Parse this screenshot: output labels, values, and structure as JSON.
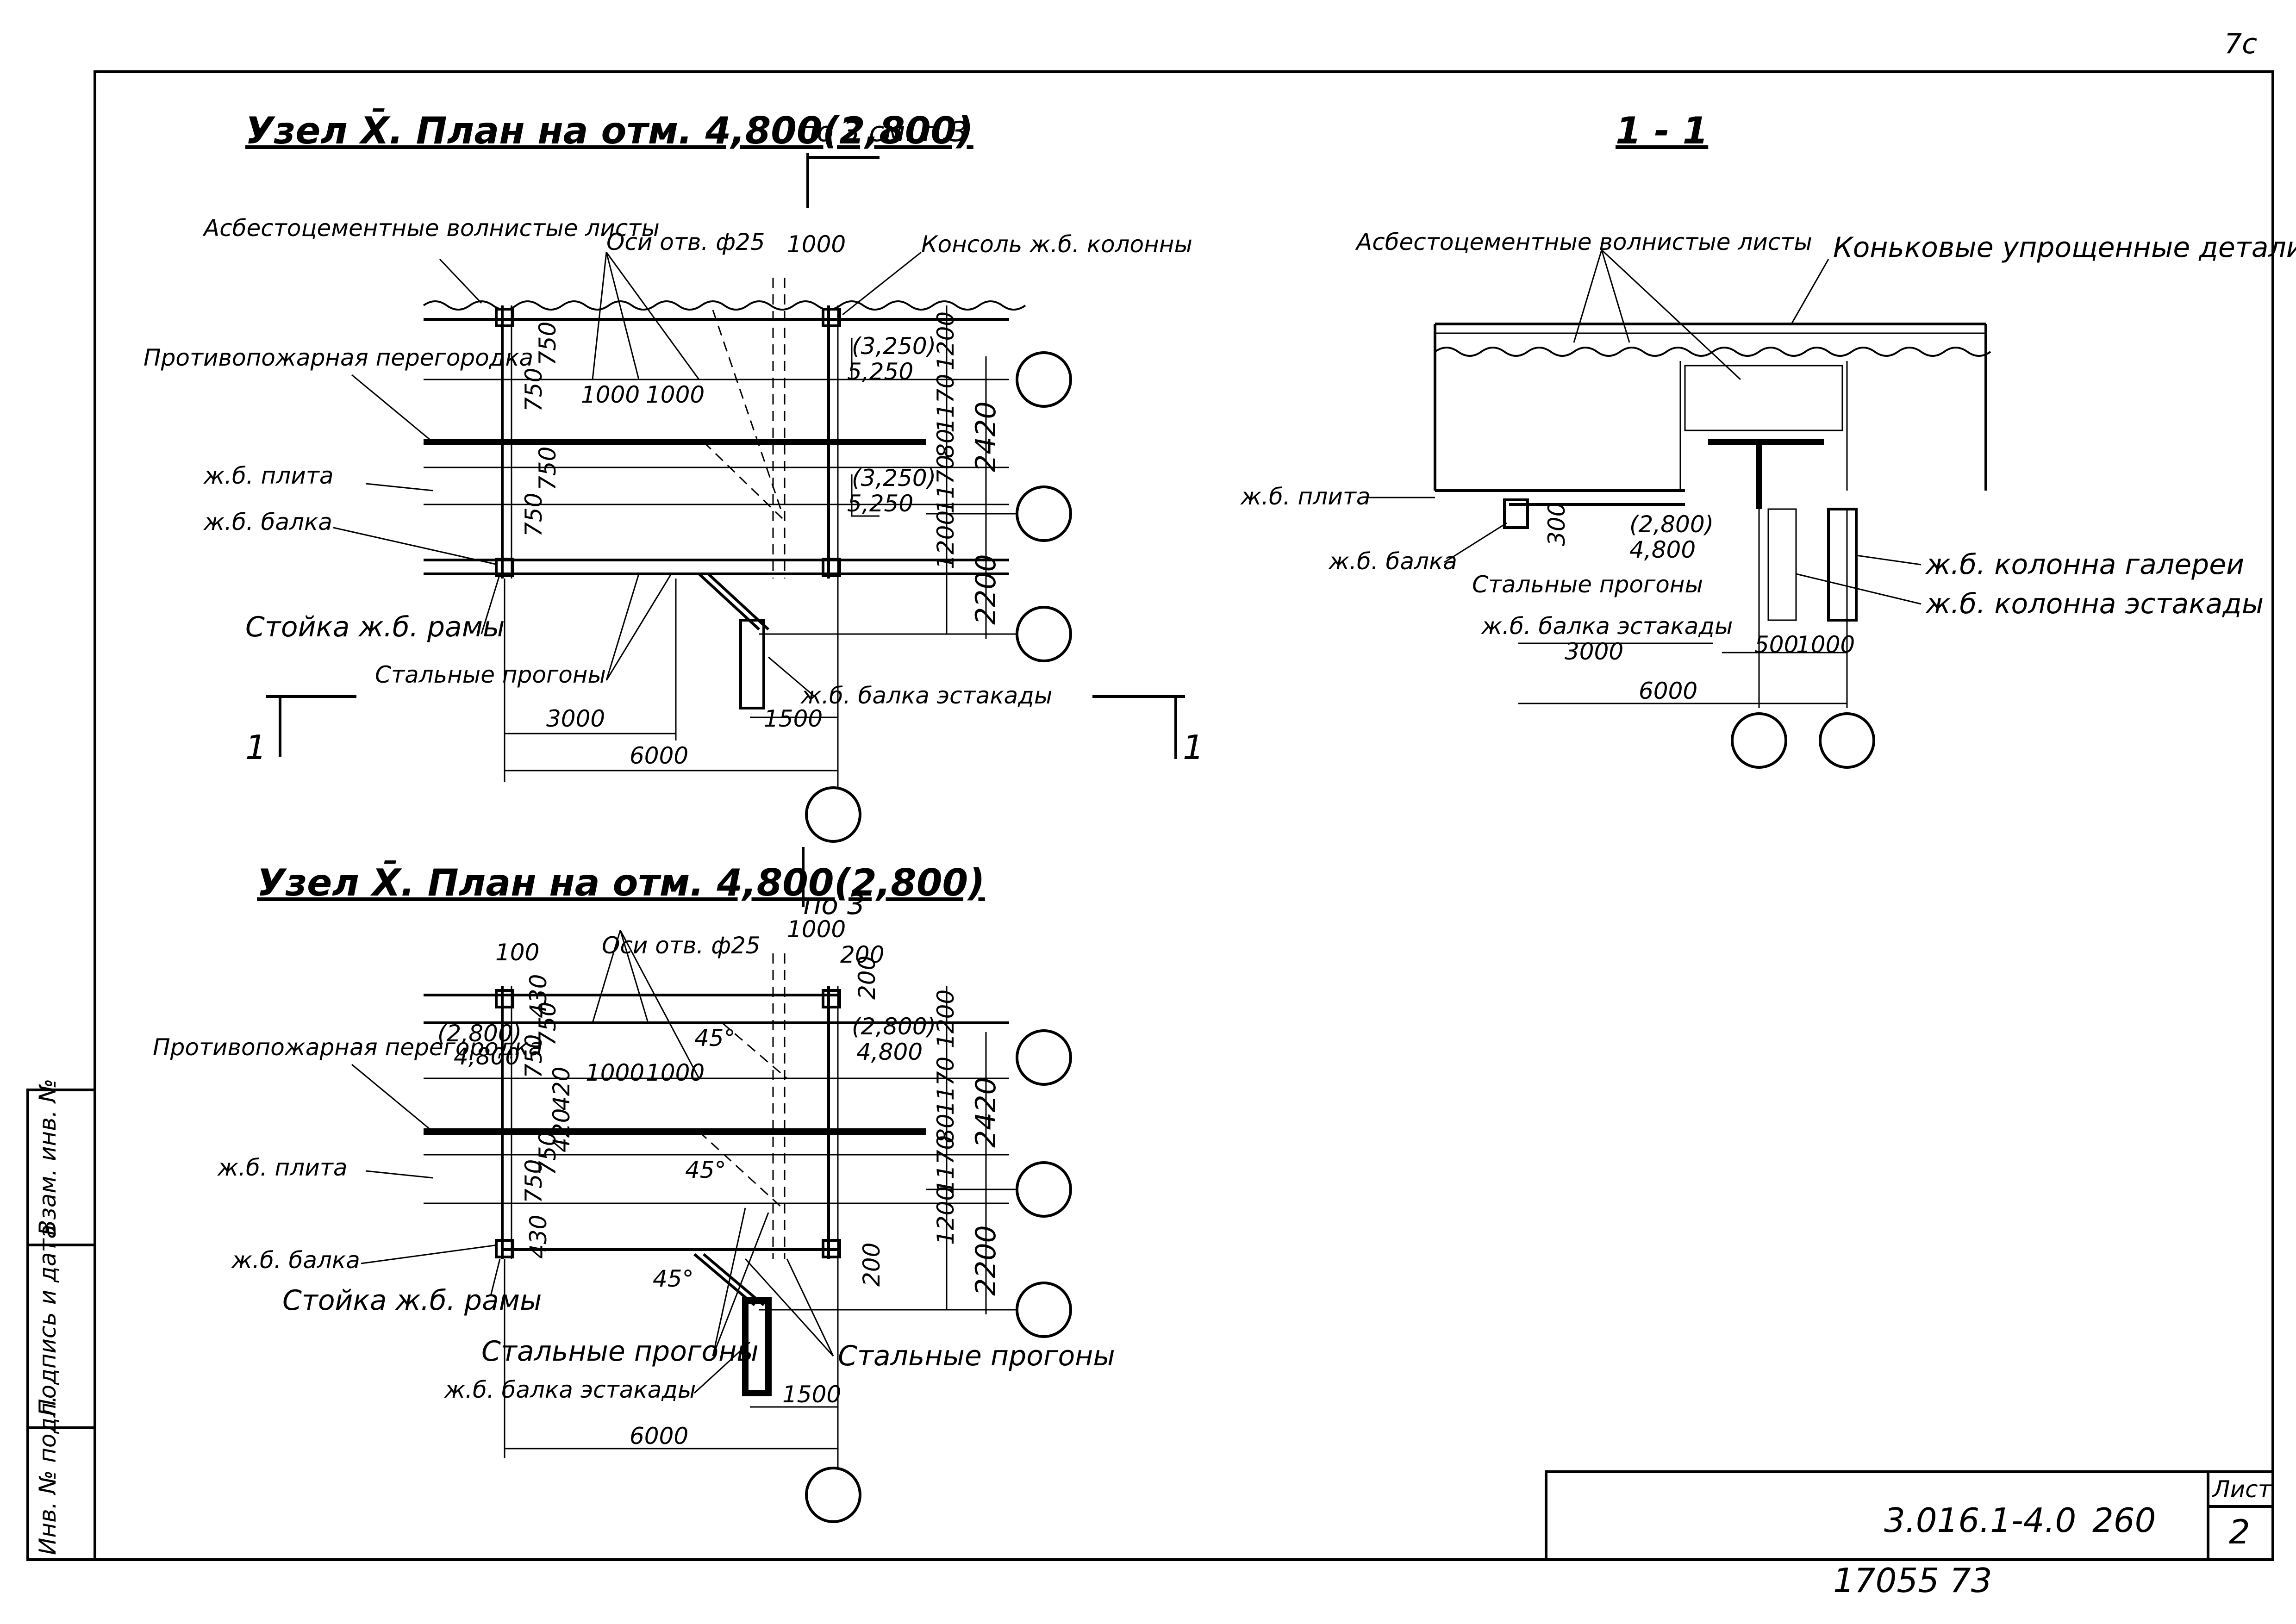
{
  "corner_mark": "7с",
  "plan_top": {
    "title": "Узел X̄. План на отм. 4,800(2,800)",
    "note": "по 3 см. п.3",
    "labels": {
      "sheets": "Асбестоцементные волнистые листы",
      "axes": "Оси отв. ф25",
      "console": "Консоль ж.б. колонны",
      "partition": "Противопожарная перегородка",
      "slab": "ж.б. плита",
      "beam": "ж.б. балка",
      "frame_post": "Стойка ж.б. рамы",
      "purlins": "Стальные прогоны",
      "trestle_beam": "ж.б. балка эстакады"
    },
    "dims": [
      "1000",
      "750",
      "750",
      "1000",
      "1000",
      "750",
      "750",
      "(3,250)",
      "5,250",
      "(3,250)",
      "5,250",
      "1200",
      "1170",
      "80",
      "1170",
      "1200",
      "2420",
      "2200",
      "3000",
      "6000",
      "1500"
    ],
    "section_mark": "1"
  },
  "section_1_1": {
    "title": "1 - 1",
    "labels": {
      "sheets": "Асбестоцементные волнистые листы",
      "ridge": "Коньковые упрощенные детали",
      "slab": "ж.б. плита",
      "beam": "ж.б. балка",
      "purlins": "Стальные прогоны",
      "trestle_beam": "ж.б. балка эстакады",
      "gallery_column": "ж.б. колонна галереи",
      "trestle_column": "ж.б. колонна эстакады"
    },
    "dims": [
      "300",
      "(2,800)",
      "4,800",
      "3000",
      "6000",
      "500",
      "1000"
    ]
  },
  "plan_bottom": {
    "title": "Узел X̄. План на отм. 4,800(2,800)",
    "note": "по 3",
    "labels": {
      "axes": "Оси отв. ф25",
      "partition": "Противопожарная перегородка",
      "slab": "ж.б. плита",
      "beam": "ж.б. балка",
      "frame_post": "Стойка ж.б. рамы",
      "purlins_left": "Стальные прогоны",
      "purlins_right": "Стальные прогоны",
      "trestle_beam": "ж.б. балка эстакады"
    },
    "dims": [
      "100",
      "1000",
      "200",
      "200",
      "430",
      "750",
      "750",
      "420",
      "420",
      "750",
      "750",
      "430",
      "1000",
      "1000",
      "45°",
      "45°",
      "45°",
      "(2,800)",
      "4,800",
      "(2,800)",
      "4,800",
      "1200",
      "1170",
      "80",
      "1170",
      "1200",
      "2420",
      "2200",
      "200",
      "1500",
      "6000"
    ]
  },
  "side_stamp": [
    "Инв. № подл.",
    "Подпись и дата",
    "Взам. инв. №"
  ],
  "title_block": {
    "code": "3.016.1-4.0",
    "number": "260",
    "sheet_label": "Лист",
    "sheet_number": "2"
  },
  "bottom_mark": "17055   73"
}
